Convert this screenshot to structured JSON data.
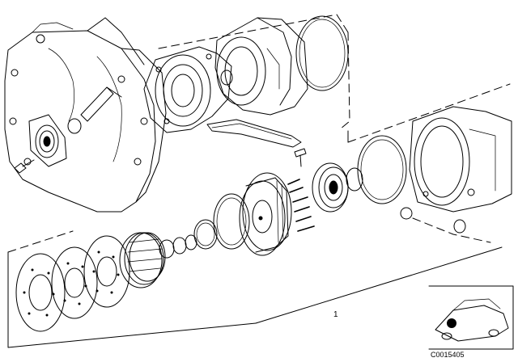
{
  "diagram": {
    "callouts": [
      {
        "id": "part-1",
        "label": "1"
      }
    ],
    "thumbnail": {
      "code": "C0015405",
      "marker_color": "#000000"
    }
  }
}
